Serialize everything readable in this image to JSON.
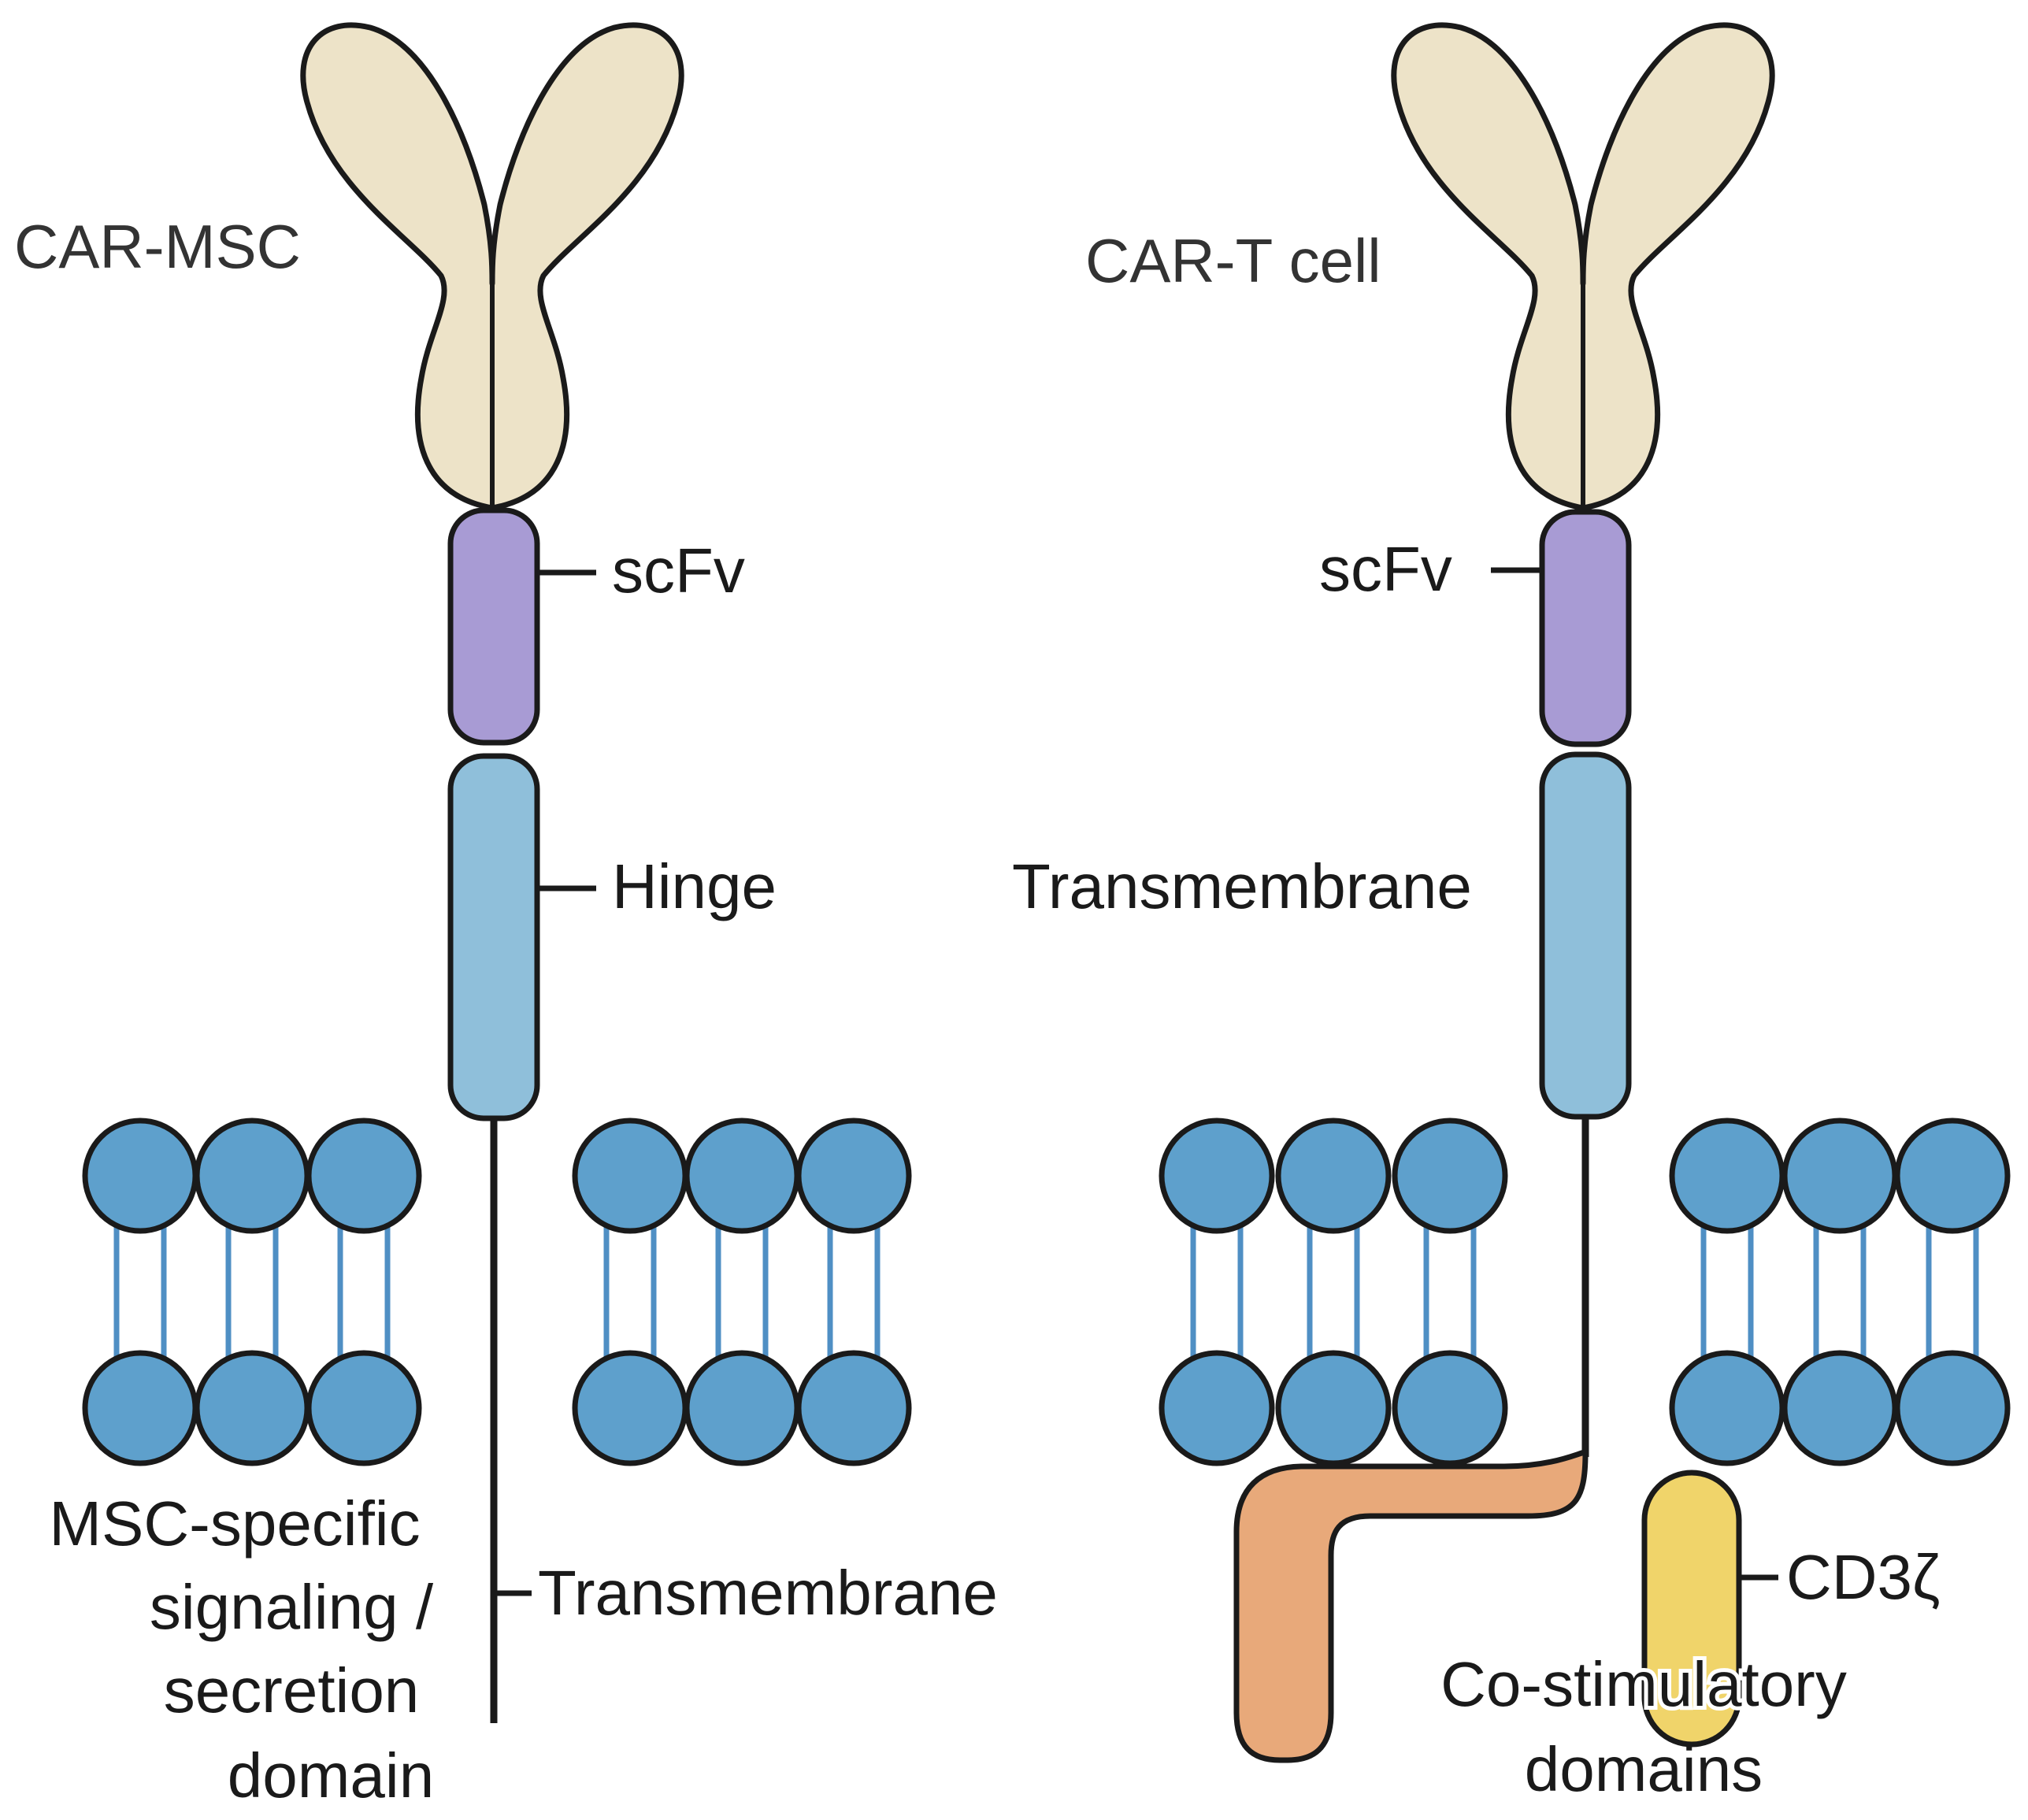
{
  "left_panel": {
    "title": "CAR-MSC",
    "labels": {
      "scfv": "scFv",
      "hinge": "Hinge",
      "transmembrane": "Transmembrane",
      "signaling_line1": "MSC-specific",
      "signaling_line2": "signaling /",
      "signaling_line3": "secretion",
      "signaling_line4": "domain"
    }
  },
  "right_panel": {
    "title": "CAR-T cell",
    "labels": {
      "scfv": "scFv",
      "transmembrane": "Transmembrane",
      "cd3z": "CD3ζ",
      "costim_line1": "Co-stimulatory",
      "costim_line2": "domains"
    }
  },
  "colors": {
    "antibody": "#ede3c8",
    "scfv": "#a89bd4",
    "hinge": "#8fbfda",
    "lipid_head": "#5ea0cc",
    "lipid_tail": "#4f8fc4",
    "costim": "#e8a97a",
    "cd3z": "#f0d46a",
    "outline": "#1a1a1a"
  }
}
